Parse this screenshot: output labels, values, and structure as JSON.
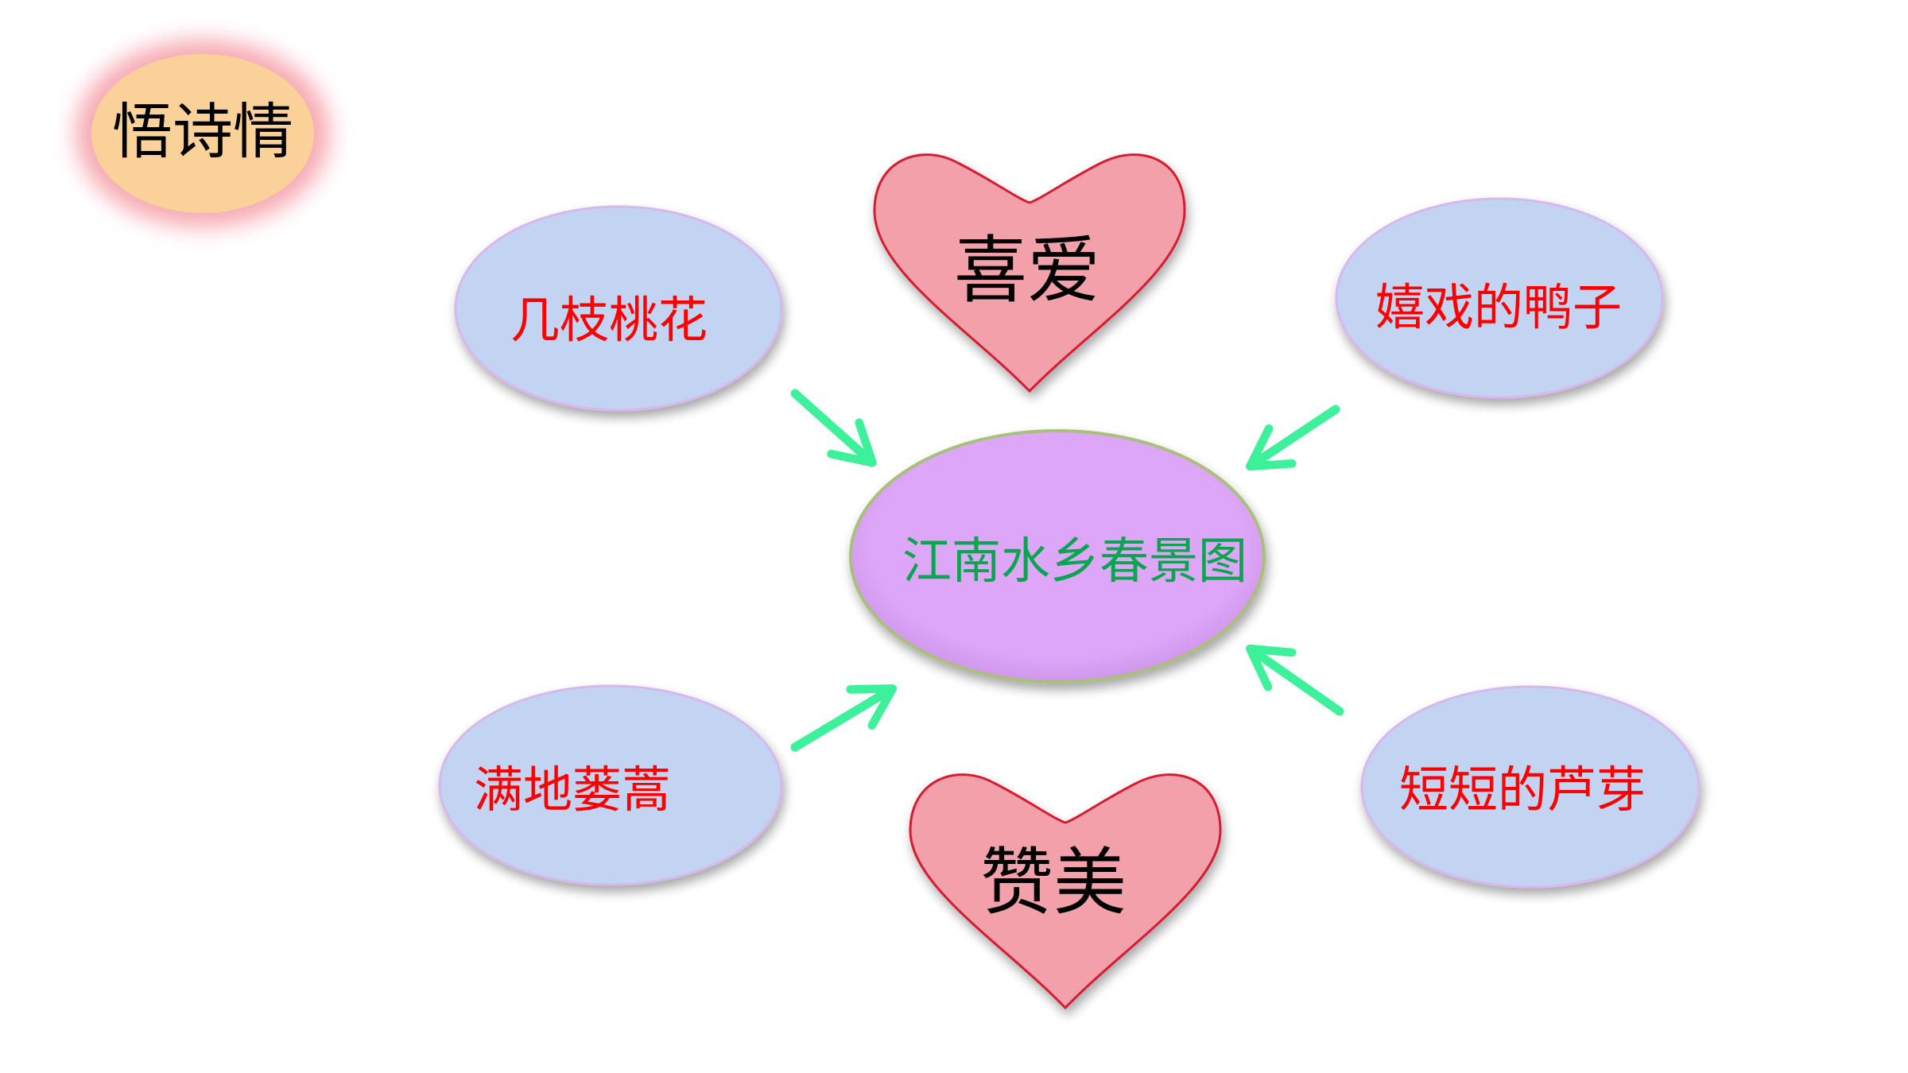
{
  "title_badge": {
    "text": "悟诗情",
    "fill": "#fbd19a",
    "glow": "#f6a4ae",
    "text_color": "#000000"
  },
  "center": {
    "text": "江南水乡春景图",
    "fill": "#dda6f7",
    "text_color": "#0aa54f",
    "border": "#a9c07a"
  },
  "images": [
    {
      "id": "top-left",
      "text": "几枝桃花"
    },
    {
      "id": "top-right",
      "text": "嬉戏的鸭子"
    },
    {
      "id": "bottom-left",
      "text": "满地蒌蒿"
    },
    {
      "id": "bottom-right",
      "text": "短短的芦芽"
    }
  ],
  "image_style": {
    "fill": "#c3d3f2",
    "border": "#d7b7ee",
    "text_color": "#ff0000"
  },
  "emotions": [
    {
      "id": "top",
      "text": "喜爱"
    },
    {
      "id": "bottom",
      "text": "赞美"
    }
  ],
  "emotion_style": {
    "fill": "#f2a1aa",
    "border": "#d71f30",
    "text_color": "#000000"
  },
  "arrow_color": "#3df09a"
}
